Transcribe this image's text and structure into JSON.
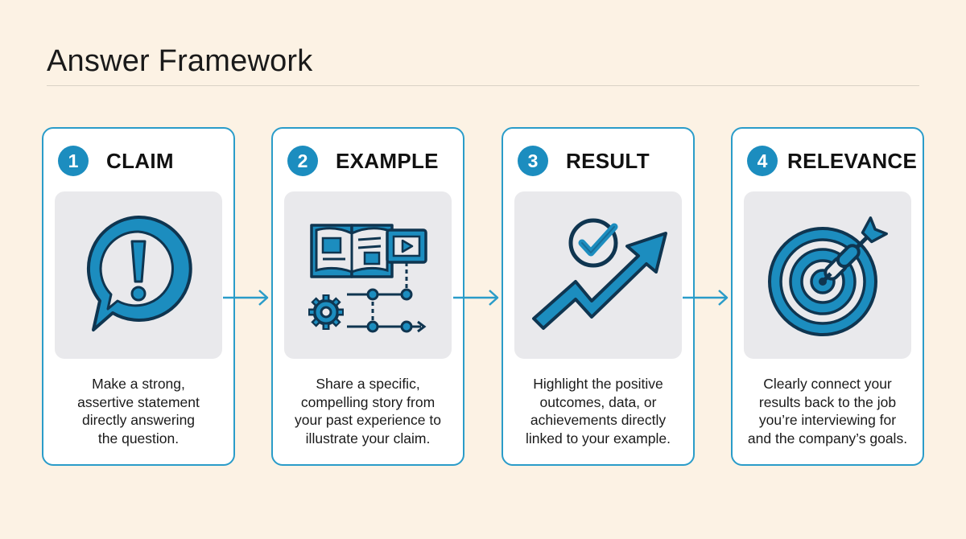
{
  "title": "Answer Framework",
  "colors": {
    "accent": "#1c8dbf",
    "border": "#2a9cc9",
    "background": "#fcf2e4",
    "icon_bg": "#e9e9ec"
  },
  "steps": [
    {
      "number": "1",
      "label": "CLAIM",
      "icon": "speech-bubble-exclamation-icon",
      "lines": [
        "Make a strong,",
        "assertive statement",
        "directly answering",
        "the question."
      ]
    },
    {
      "number": "2",
      "label": "EXAMPLE",
      "icon": "book-film-process-icon",
      "lines": [
        "Share a specific,",
        "compelling story from",
        "your past experience to",
        "illustrate your claim."
      ]
    },
    {
      "number": "3",
      "label": "RESULT",
      "icon": "growth-arrow-check-icon",
      "lines": [
        "Highlight the positive",
        "outcomes, data, or",
        "achievements directly",
        "linked to your example."
      ]
    },
    {
      "number": "4",
      "label": "RELEVANCE",
      "icon": "target-chain-arrow-icon",
      "lines": [
        "Clearly connect your",
        "results back to the job",
        "you’re interviewing for",
        "and the company’s goals."
      ]
    }
  ]
}
